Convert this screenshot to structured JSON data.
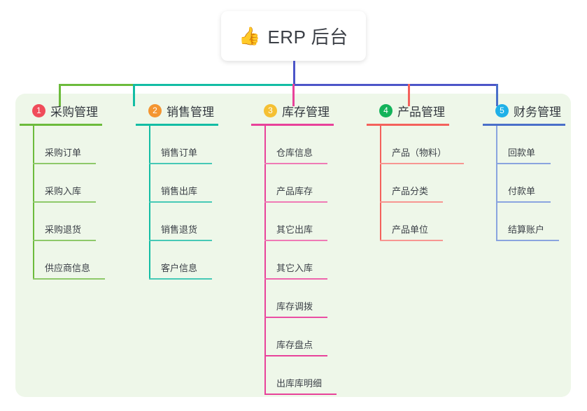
{
  "root": {
    "icon": "thumbs-up-icon",
    "emoji": "👍",
    "title": "ERP 后台"
  },
  "colors": {
    "panel_background": "#eef7e9",
    "page_background": "#ffffff",
    "card_background": "#ffffff",
    "text": "#33383f",
    "stem": "#4c55c8",
    "bus_left": "#6cbb3c",
    "bus_mid": "#13bda4",
    "bus_right": "#4c55c8"
  },
  "branches": [
    {
      "number": "1",
      "title": "采购管理",
      "badge_color": "#f04c5a",
      "line_color": "#6cbb3c",
      "items": [
        "采购订单",
        "采购入库",
        "采购退货",
        "供应商信息"
      ]
    },
    {
      "number": "2",
      "title": "销售管理",
      "badge_color": "#f49530",
      "line_color": "#13bda4",
      "items": [
        "销售订单",
        "销售出库",
        "销售退货",
        "客户信息"
      ]
    },
    {
      "number": "3",
      "title": "库存管理",
      "badge_color": "#f5c033",
      "line_color": "#e8429a",
      "items": [
        "仓库信息",
        "产品库存",
        "其它出库",
        "其它入库",
        "库存调拨",
        "库存盘点",
        "出库库明细"
      ]
    },
    {
      "number": "4",
      "title": "产品管理",
      "badge_color": "#13b35a",
      "line_color": "#f4615c",
      "items": [
        "产品（物料）",
        "产品分类",
        "产品单位"
      ]
    },
    {
      "number": "5",
      "title": "财务管理",
      "badge_color": "#1eb0e8",
      "line_color": "#4a6fc9",
      "items": [
        "回款单",
        "付款单",
        "结算账户"
      ]
    }
  ]
}
